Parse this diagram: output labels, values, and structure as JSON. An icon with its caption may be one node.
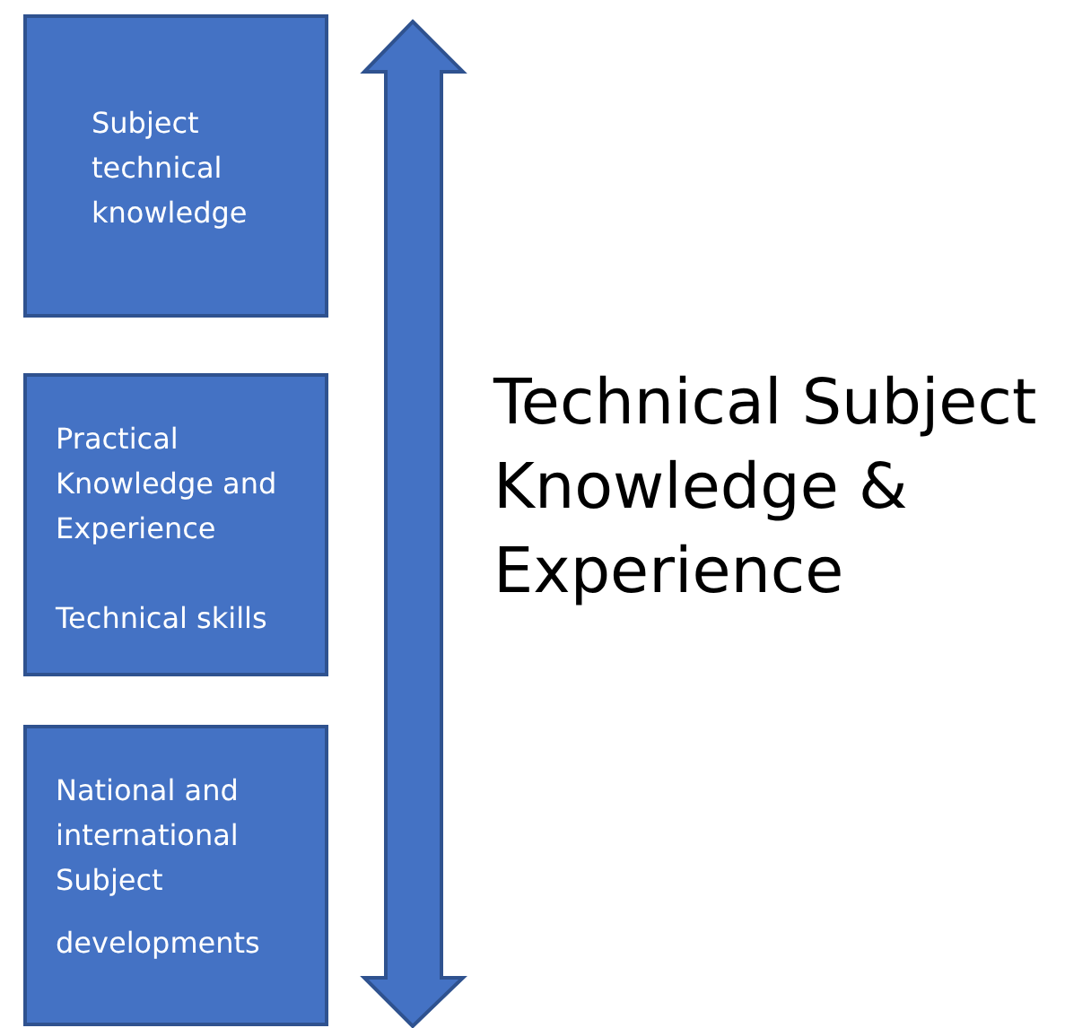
{
  "diagram": {
    "nodes": [
      {
        "text": [
          "Subject technical knowledge"
        ]
      },
      {
        "text": [
          "Practical Knowledge and Experience",
          "Technical skills"
        ]
      },
      {
        "text": [
          "National and international Subject",
          "developments"
        ]
      }
    ],
    "labels": [
      "Technical Subject Knowledge & Experience"
    ]
  }
}
